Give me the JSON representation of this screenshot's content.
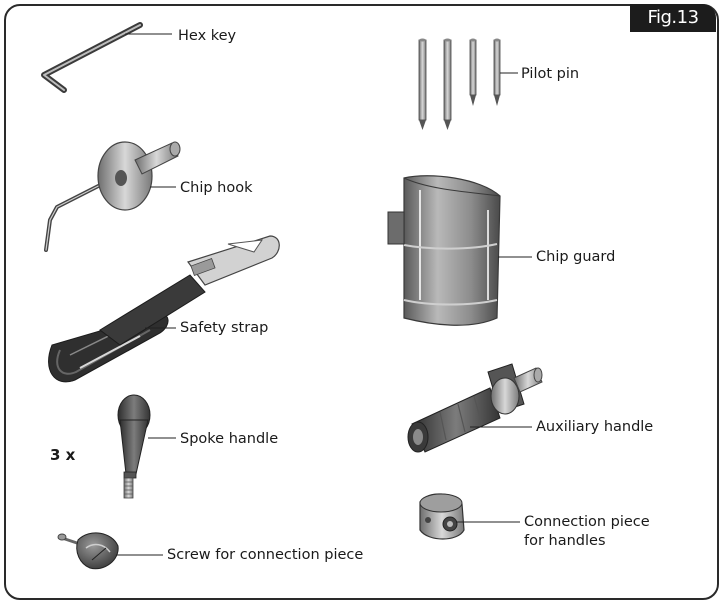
{
  "figure": {
    "badge": "Fig.13"
  },
  "labels": {
    "hex_key": "Hex key",
    "pilot_pin": "Pilot pin",
    "chip_hook": "Chip hook",
    "chip_guard": "Chip guard",
    "safety_strap": "Safety strap",
    "spoke_handle": "Spoke handle",
    "spoke_qty": "3 x",
    "auxiliary_handle": "Auxiliary handle",
    "connection_piece_line1": "Connection piece",
    "connection_piece_line2": "for handles",
    "screw_connection": "Screw for connection piece"
  }
}
